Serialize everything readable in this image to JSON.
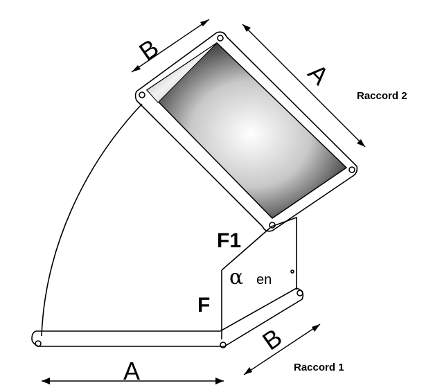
{
  "labels": {
    "b_top": "B",
    "a_top": "A",
    "raccord_2": "Raccord  2",
    "f1": "F1",
    "alpha": "α",
    "en": "en",
    "f": "F",
    "b_bottom": "B",
    "raccord_1": "Raccord 1",
    "a_bottom": "A"
  }
}
